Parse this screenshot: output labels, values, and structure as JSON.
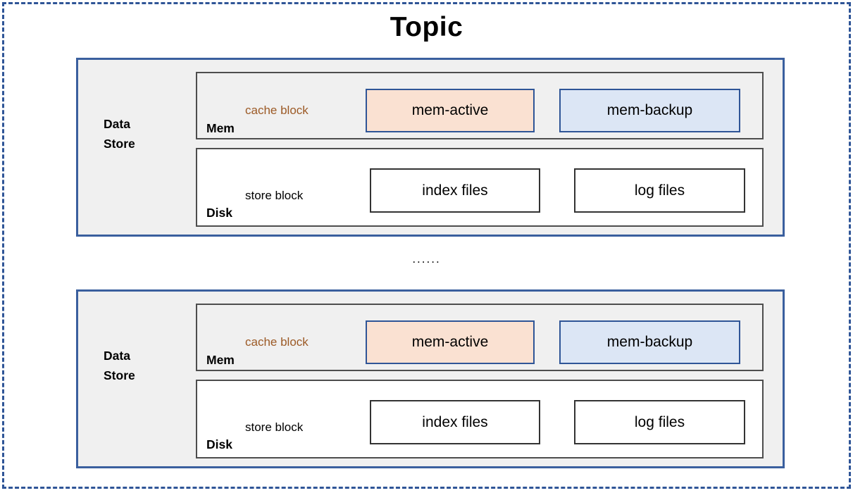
{
  "title": "Topic",
  "divider": "......",
  "colors": {
    "outer_frame": "#2f5597",
    "datastore_border": "#3a5f9e",
    "datastore_fill": "#f0f0f0",
    "panel_border": "#4d4d4d",
    "mem_active_fill": "#fae1d2",
    "mem_backup_fill": "#dce6f5",
    "mem_box_border": "#2f5597",
    "disk_box_border": "#333333",
    "cache_block_text": "#9c5a26",
    "store_block_text": "#000000"
  },
  "data_stores": [
    {
      "label_line1": "Data",
      "label_line2": "Store",
      "tiers": [
        {
          "name": "Mem",
          "block_kind": "cache block",
          "items": [
            "mem-active",
            "mem-backup"
          ]
        },
        {
          "name": "Disk",
          "block_kind": "store block",
          "items": [
            "index files",
            "log files"
          ]
        }
      ]
    },
    {
      "label_line1": "Data",
      "label_line2": "Store",
      "tiers": [
        {
          "name": "Mem",
          "block_kind": "cache block",
          "items": [
            "mem-active",
            "mem-backup"
          ]
        },
        {
          "name": "Disk",
          "block_kind": "store block",
          "items": [
            "index files",
            "log files"
          ]
        }
      ]
    }
  ]
}
